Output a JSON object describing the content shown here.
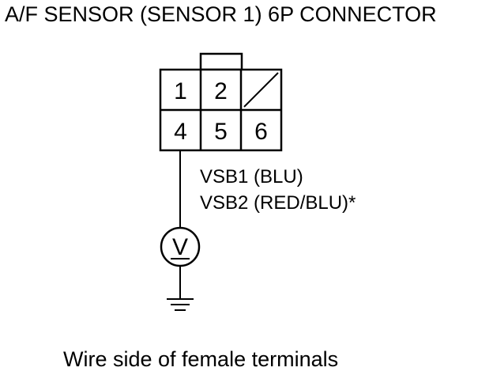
{
  "title": "A/F SENSOR (SENSOR 1) 6P CONNECTOR",
  "connector": {
    "pins": [
      {
        "number": "1",
        "used": true
      },
      {
        "number": "2",
        "used": true
      },
      {
        "number": "",
        "used": false
      },
      {
        "number": "4",
        "used": true
      },
      {
        "number": "5",
        "used": true
      },
      {
        "number": "6",
        "used": true
      }
    ]
  },
  "wire_labels": {
    "line1": "VSB1 (BLU)",
    "line2": "VSB2 (RED/BLU)*"
  },
  "meter": {
    "symbol": "V"
  },
  "caption": "Wire side of female terminals"
}
